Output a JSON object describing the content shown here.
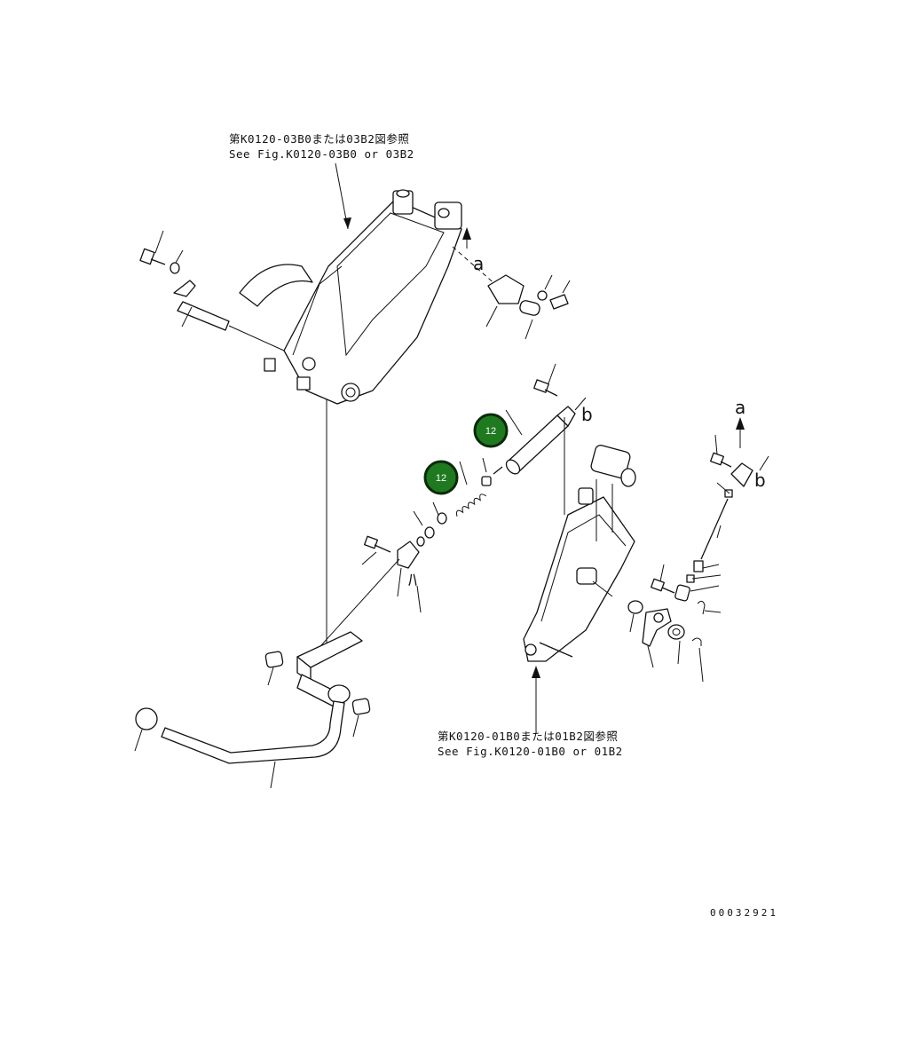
{
  "references": {
    "top_jp": "第K0120-03B0または03B2図参照",
    "top_en": "See Fig.K0120-03B0 or 03B2",
    "bottom_jp": "第K0120-01B0または01B2図参照",
    "bottom_en": "See Fig.K0120-01B0 or 01B2"
  },
  "connection_marks": {
    "a_top": "a",
    "a_right": "a",
    "b_center": "b",
    "b_right": "b"
  },
  "callouts": [
    {
      "label": "12",
      "color": "#1f7a1f"
    },
    {
      "label": "12",
      "color": "#1f7a1f"
    }
  ],
  "document_number": "00032921"
}
